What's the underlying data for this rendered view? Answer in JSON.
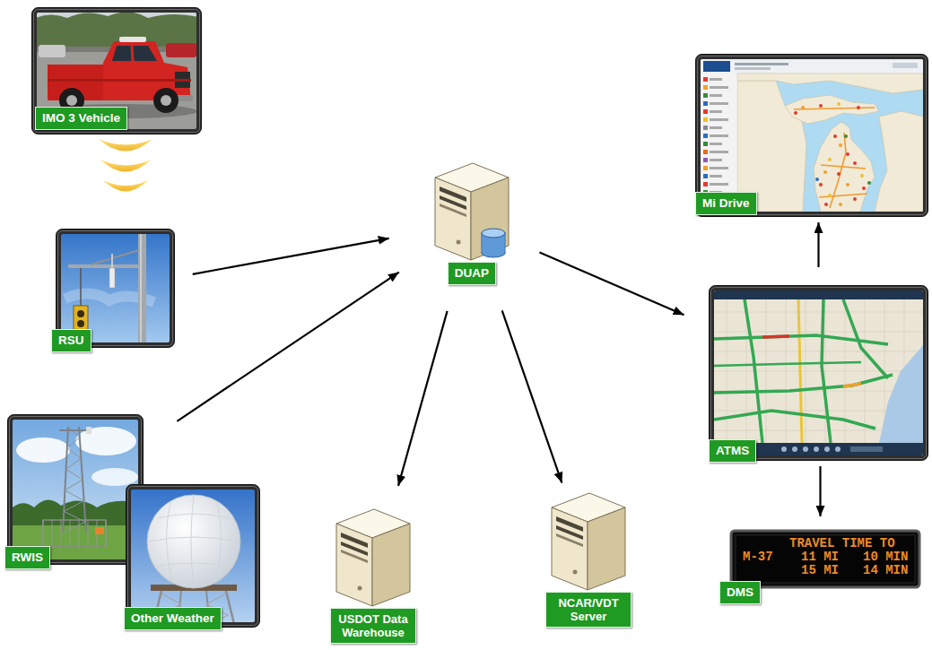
{
  "diagram": {
    "nodes": [
      {
        "text": [
          "IMO 3 Vehicle"
        ]
      },
      {
        "text": [
          "RSU"
        ]
      },
      {
        "text": [
          "RWIS"
        ]
      },
      {
        "text": [
          "Other Weather"
        ]
      },
      {
        "text": [
          "DUAP"
        ]
      },
      {
        "text": [
          "USDOT Data Warehouse"
        ]
      },
      {
        "text": [
          "NCAR/VDT Server"
        ]
      },
      {
        "text": [
          "Mi Drive"
        ]
      },
      {
        "text": [
          "ATMS"
        ]
      },
      {
        "text": [
          "DMS"
        ]
      }
    ],
    "edges": [
      {
        "from": 1,
        "to": 4,
        "arrow": "to"
      },
      {
        "from": 2,
        "to": 4,
        "arrow": "to"
      },
      {
        "from": 4,
        "to": 5,
        "arrow": "to"
      },
      {
        "from": 4,
        "to": 6,
        "arrow": "to"
      },
      {
        "from": 4,
        "to": 8,
        "arrow": "to"
      },
      {
        "from": 8,
        "to": 7,
        "arrow": "to"
      },
      {
        "from": 8,
        "to": 9,
        "arrow": "to"
      }
    ],
    "labels": [
      "TRAVEL TIME TO",
      "M-37",
      "11 MI",
      "10 MIN",
      "15 MI",
      "14 MIN"
    ]
  }
}
